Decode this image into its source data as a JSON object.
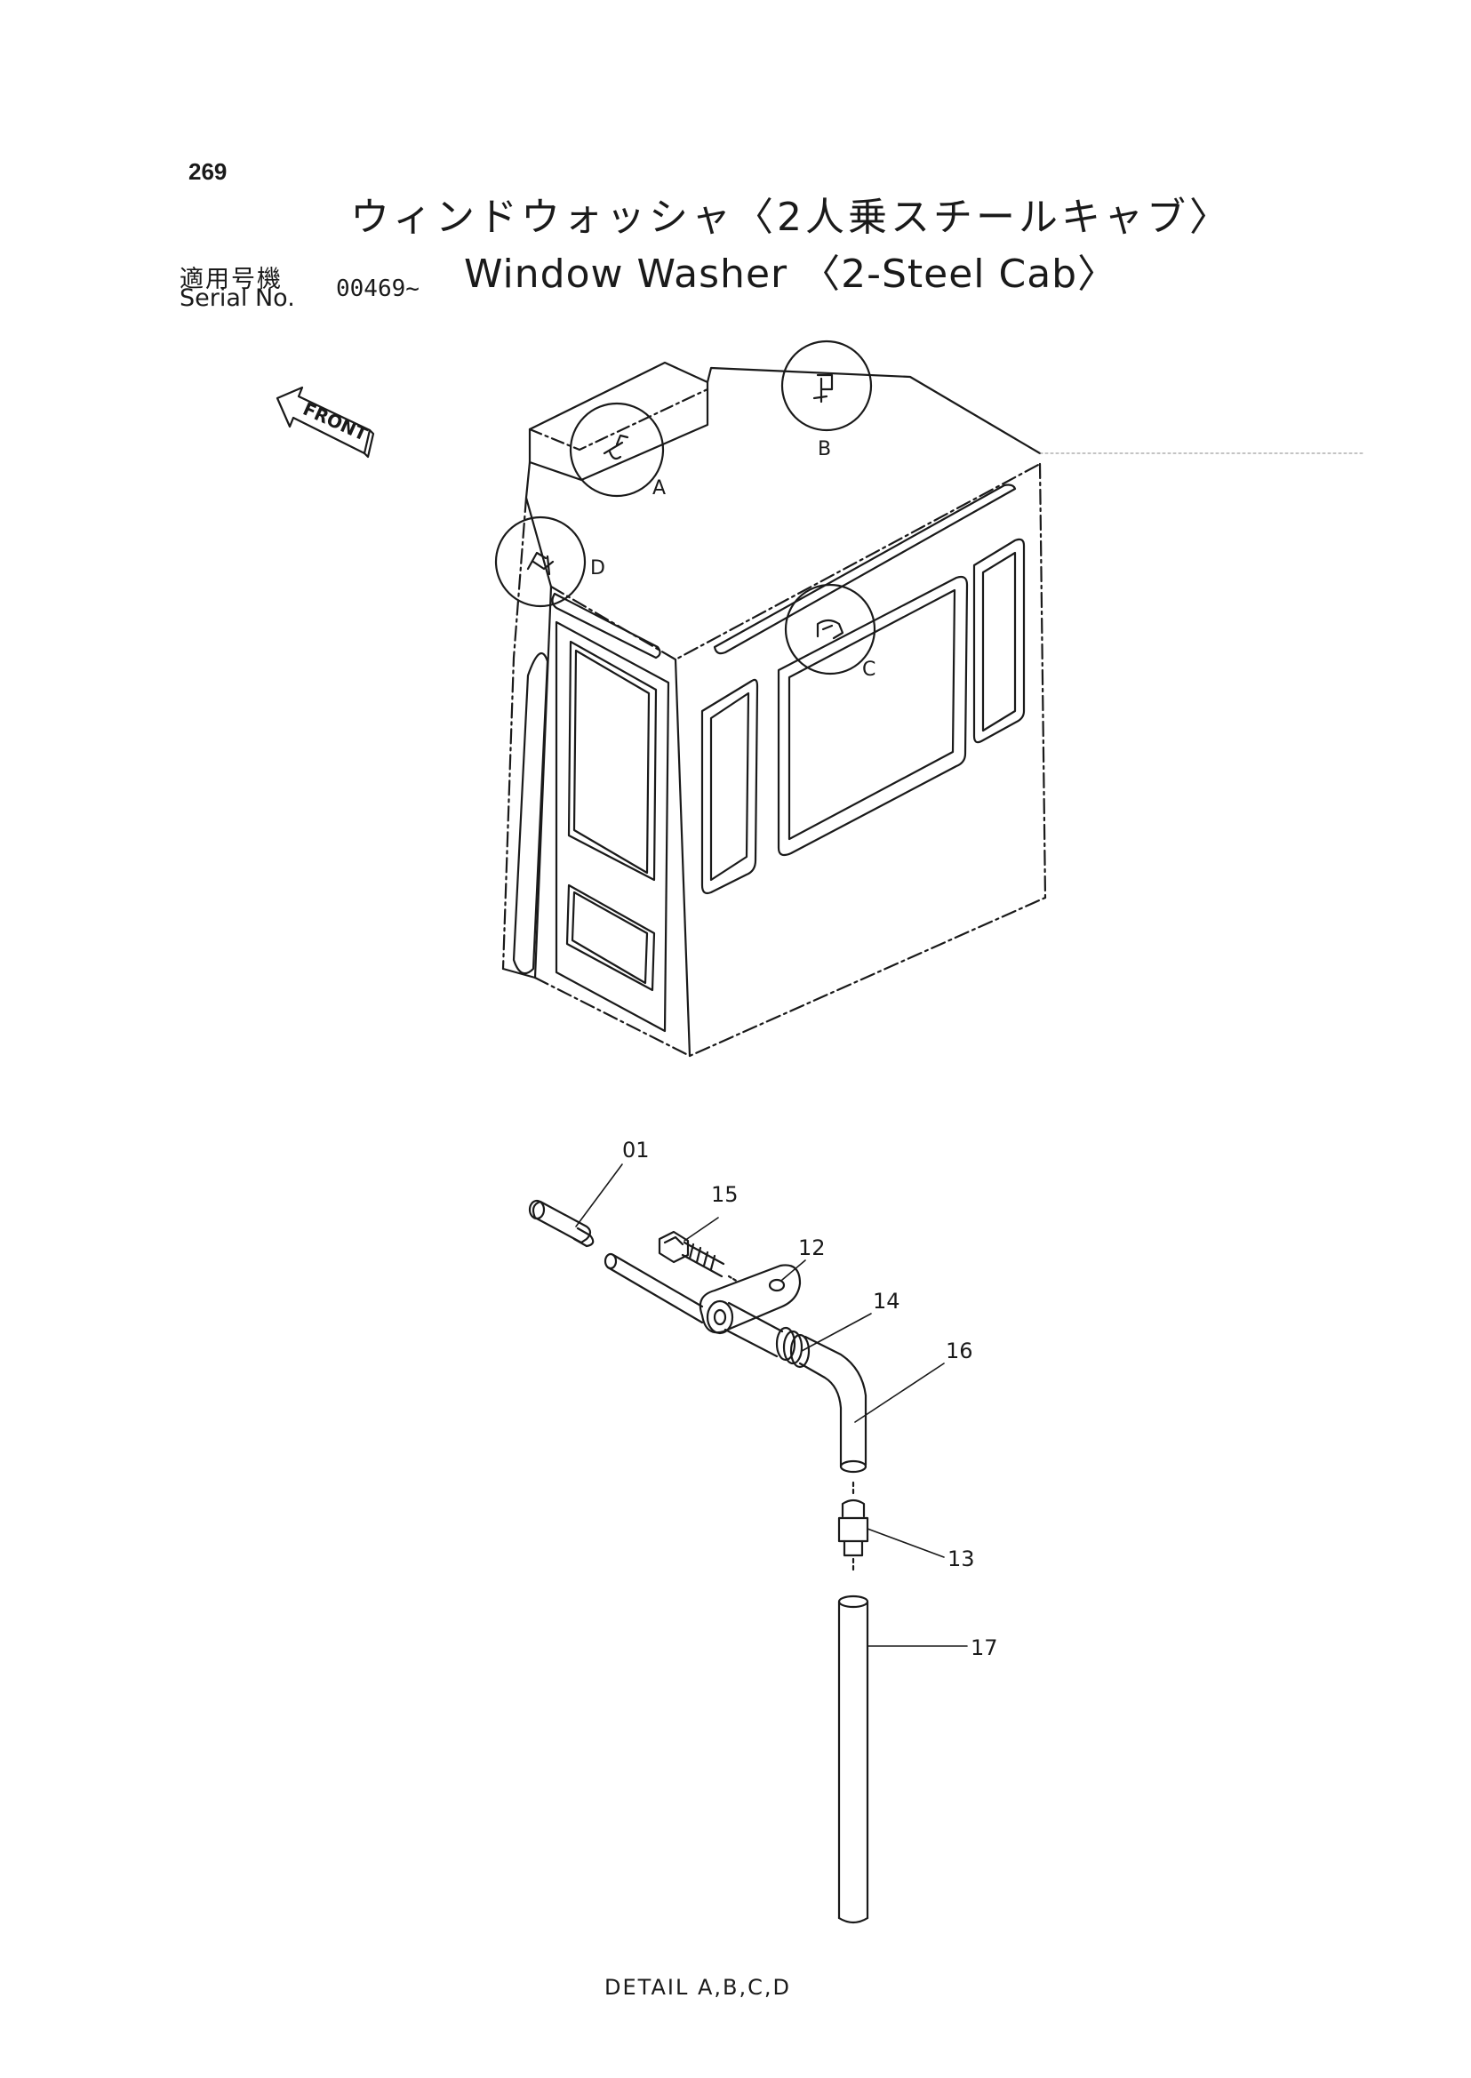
{
  "page": {
    "page_number": "269",
    "title_ja": "ウィンドウォッシャ〈2人乗スチールキャブ〉",
    "title_en": "Window Washer 〈2-Steel Cab〉",
    "serial_label_ja": "適用号機",
    "serial_label_en": "Serial No.",
    "serial_value": "00469~",
    "front_label": "FRONT",
    "detail_caption": "DETAIL A,B,C,D"
  },
  "detail_circles": [
    {
      "label": "A"
    },
    {
      "label": "B"
    },
    {
      "label": "C"
    },
    {
      "label": "D"
    }
  ],
  "part_callouts": [
    {
      "number": "01"
    },
    {
      "number": "15"
    },
    {
      "number": "12"
    },
    {
      "number": "14"
    },
    {
      "number": "16"
    },
    {
      "number": "13"
    },
    {
      "number": "17"
    }
  ],
  "colors": {
    "ink": "#1a1a1a",
    "paper": "#ffffff"
  }
}
